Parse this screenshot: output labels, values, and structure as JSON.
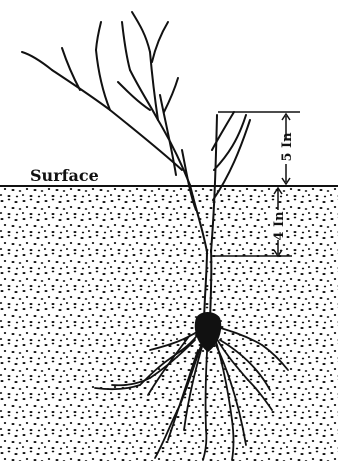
{
  "diagram": {
    "surface_label": "Surface",
    "depth_label": "4 In",
    "height_label": "5 In",
    "colors": {
      "ink": "#111111",
      "paper": "#ffffff"
    }
  }
}
